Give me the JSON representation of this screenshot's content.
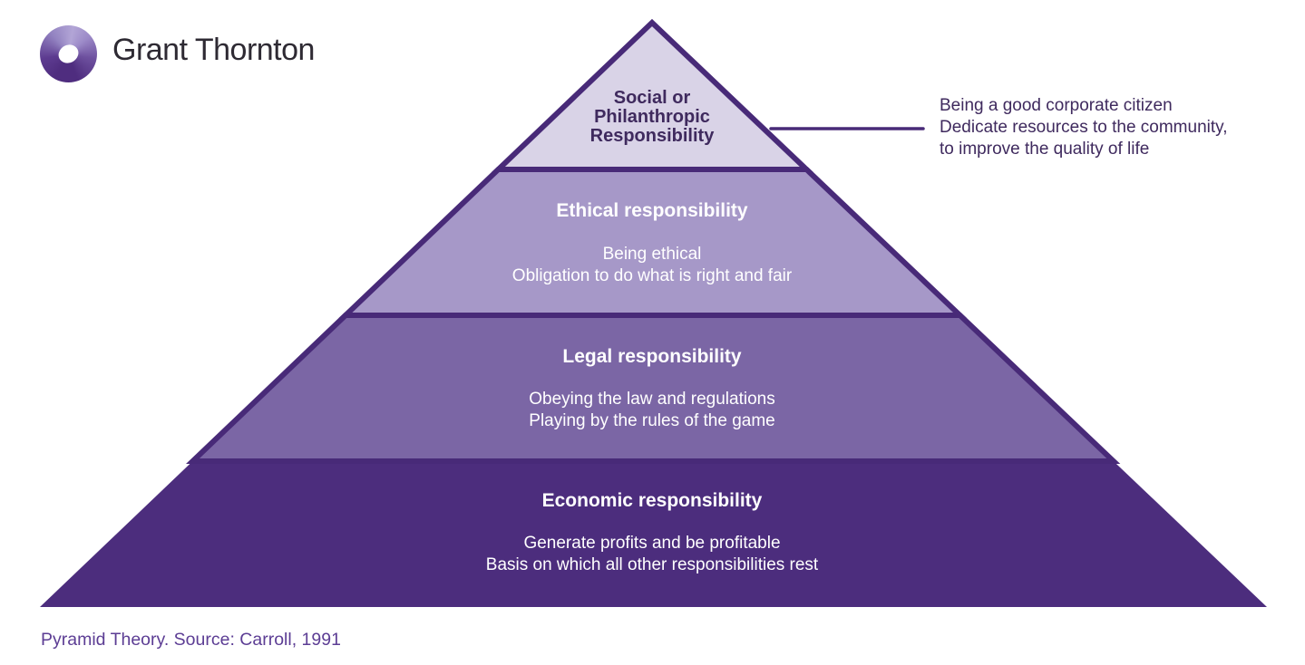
{
  "brand": {
    "name": "Grant Thornton"
  },
  "colors": {
    "brand_purple": "#4f2d7f",
    "pyramid_border": "#482a78",
    "tier1_fill": "#d9d3e7",
    "tier2_fill": "#a698c8",
    "tier3_fill": "#7b66a5",
    "tier4_fill": "#4c2d7d",
    "dark_text": "#3f2a5e",
    "light_text": "#ffffff",
    "caption_text": "#5c3d94",
    "logo_text": "#2e2a33"
  },
  "pyramid": {
    "tiers": [
      {
        "id": "social-philanthropic",
        "title_lines": [
          "Social or",
          "Philanthropic",
          "Responsibility"
        ],
        "body_lines": []
      },
      {
        "id": "ethical",
        "title": "Ethical responsibility",
        "body_lines": [
          "Being ethical",
          "Obligation to do what is right and fair"
        ]
      },
      {
        "id": "legal",
        "title": "Legal responsibility",
        "body_lines": [
          "Obeying the law and regulations",
          "Playing by the rules of the game"
        ]
      },
      {
        "id": "economic",
        "title": "Economic responsibility",
        "body_lines": [
          "Generate profits and be profitable",
          "Basis on which all other responsibilities rest"
        ]
      }
    ]
  },
  "annotation": {
    "lines": [
      "Being a good corporate citizen",
      "Dedicate resources to the community,",
      "to improve the quality of life"
    ]
  },
  "caption": "Pyramid Theory. Source: Carroll, 1991"
}
